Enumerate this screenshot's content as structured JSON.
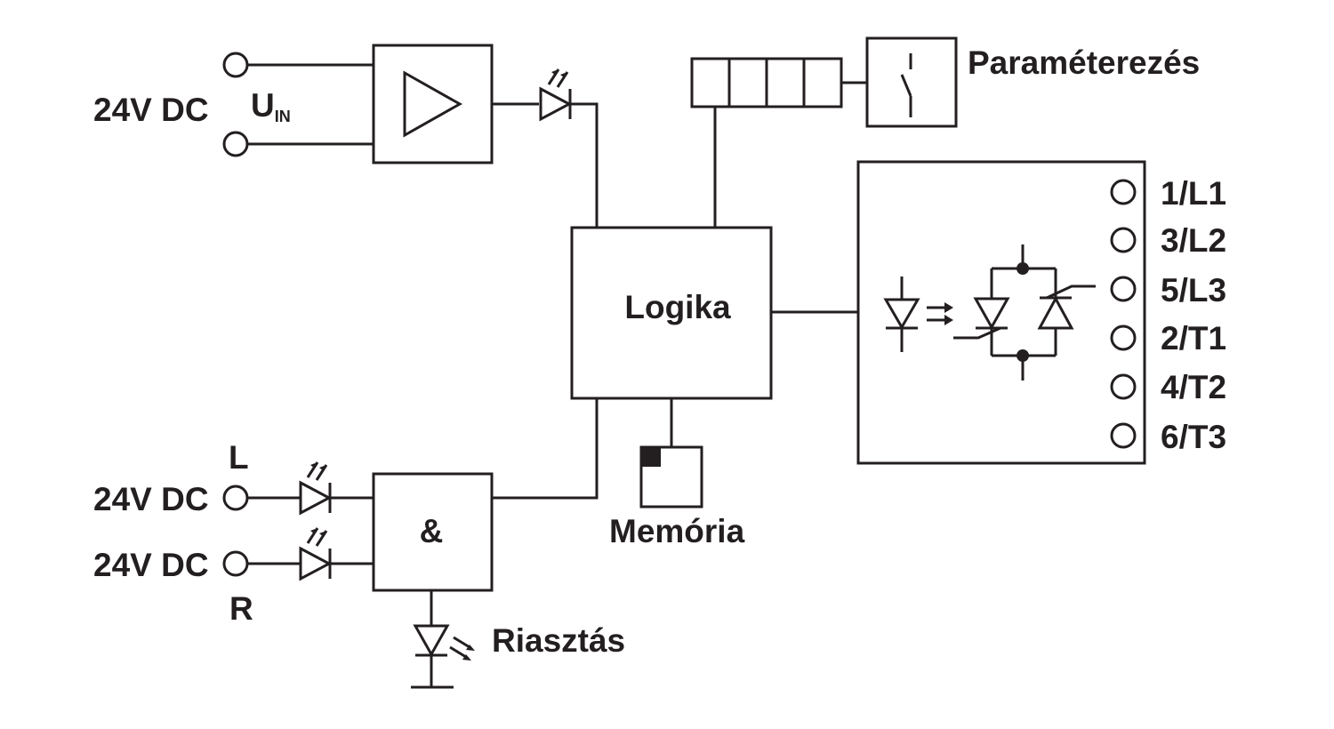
{
  "colors": {
    "ink": "#231f20",
    "background": "#ffffff"
  },
  "labels": {
    "supply_voltage": "24V DC",
    "u_in_main": "U",
    "u_in_sub": "IN",
    "parametrization": "Paraméterezés",
    "logic": "Logika",
    "memory": "Memória",
    "and_gate": "&",
    "left_input_letter": "L",
    "left_input_voltage": "24V DC",
    "right_input_letter": "R",
    "right_input_voltage": "24V DC",
    "alarm": "Riasztás"
  },
  "terminals": [
    "1/L1",
    "3/L2",
    "5/L3",
    "2/T1",
    "4/T2",
    "6/T3"
  ],
  "icons": {
    "amplifier": "amplifier-triangle-icon",
    "led": "led-diode-icon",
    "switch": "switch-icon",
    "memory": "memory-cell-icon",
    "optocoupler": "optocoupler-icon",
    "thyristor": "thyristor-icon",
    "ground": "ground-icon"
  }
}
